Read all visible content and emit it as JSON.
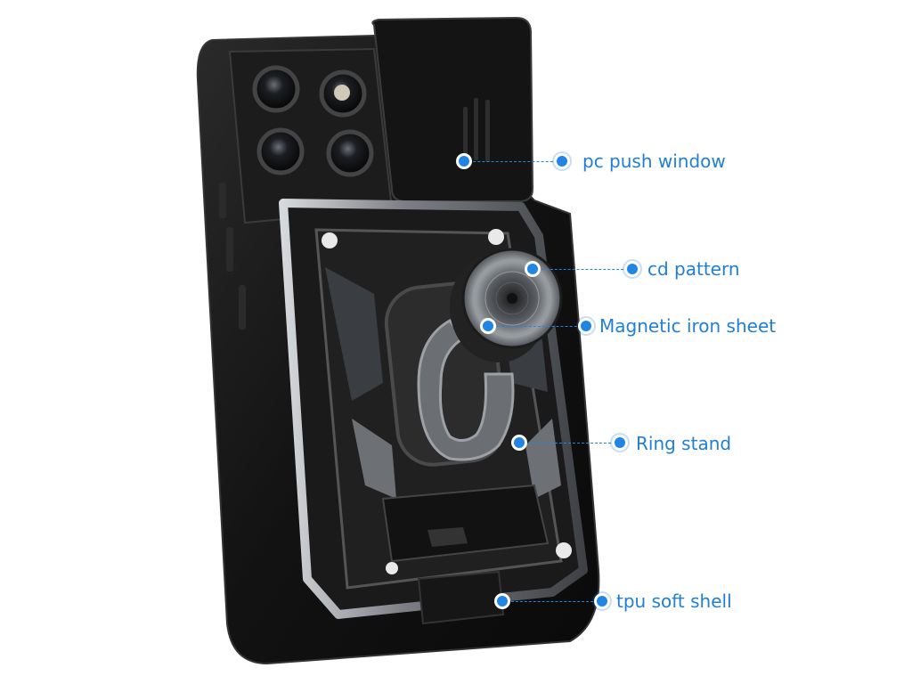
{
  "colors": {
    "label_text": "#1f7fd6",
    "dot": "#2186e3",
    "case_body": "#151515",
    "case_edge": "#2a2a2a",
    "frame_metal": "#6f7378",
    "frame_highlight": "#c9ccd0",
    "lens_ring": "#3a3a3a",
    "background": "#ffffff"
  },
  "callouts": [
    {
      "id": "pc-push-window",
      "label": "pc push window"
    },
    {
      "id": "cd-pattern",
      "label": "cd pattern"
    },
    {
      "id": "magnetic-iron-sheet",
      "label": "Magnetic iron sheet"
    },
    {
      "id": "ring-stand",
      "label": "Ring stand"
    },
    {
      "id": "tpu-soft-shell",
      "label": "tpu soft shell"
    }
  ]
}
